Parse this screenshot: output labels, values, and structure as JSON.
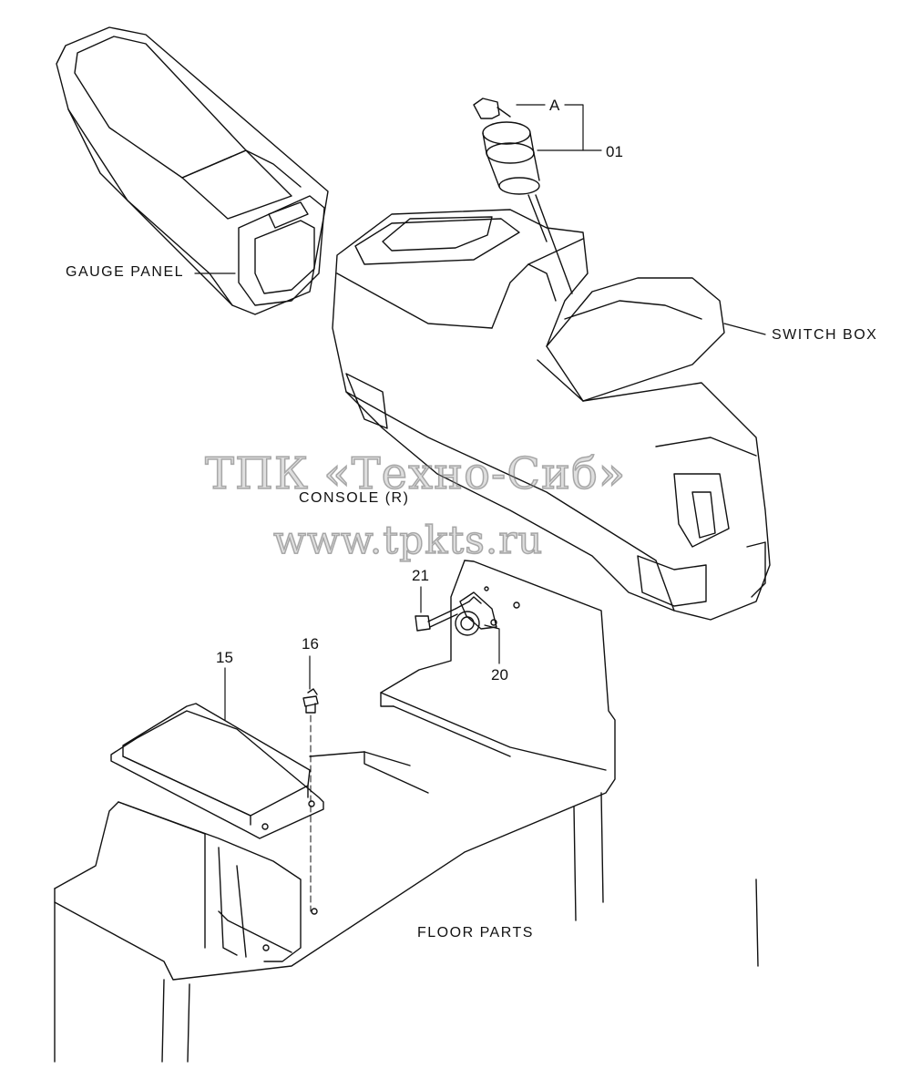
{
  "labels": {
    "gauge_panel": "GAUGE PANEL",
    "switch_box": "SWITCH BOX",
    "console_r": "CONSOLE (R)",
    "floor_parts": "FLOOR PARTS"
  },
  "callouts": {
    "a": "A",
    "p01": "01",
    "p15": "15",
    "p16": "16",
    "p20": "20",
    "p21": "21"
  },
  "watermark": {
    "line1": "ТПК «Техно-Сиб»",
    "line2": "www.tpkts.ru"
  },
  "colors": {
    "line": "#111111",
    "background": "#ffffff",
    "watermark": "#8c8c8c"
  }
}
